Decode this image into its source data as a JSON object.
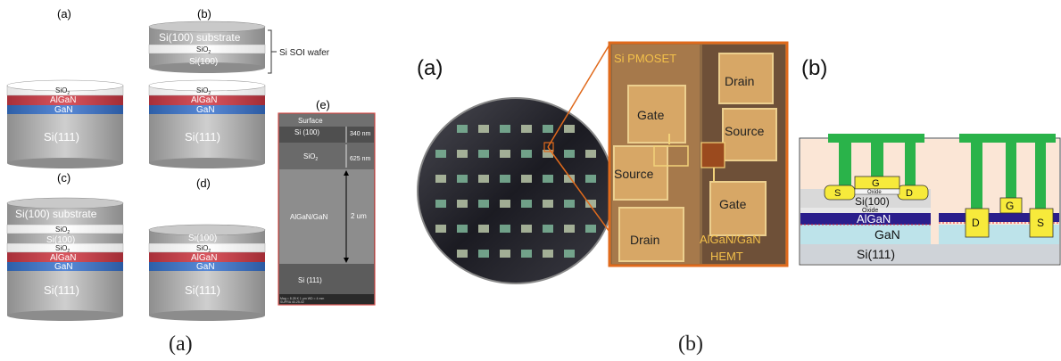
{
  "left": {
    "panels": {
      "a": "(a)",
      "b": "(b)",
      "c": "(c)",
      "d": "(d)",
      "e": "(e)"
    },
    "caption": "(a)",
    "soi_label": "Si SOI wafer",
    "layers": {
      "si100_substrate": "Si(100)  substrate",
      "si100_substrate_c": "Si(100) substrate",
      "sio2": "SiO",
      "sio2_sub": "2",
      "si100": "Si(100)",
      "algan": "AlGaN",
      "gan": "GaN",
      "si111": "Si(111)"
    },
    "sem": {
      "surface": "Surface",
      "si100": "Si (100)",
      "sio2": "SiO",
      "sio2_sub": "2",
      "algan_gan": "AlGaN/GaN",
      "si111": "Si (111)",
      "dim1": "340 nm",
      "dim2": "625 nm",
      "dim3": "2 um",
      "footer1": "Mag = 8.28 K  1 μm        WD =  4 mm",
      "footer2": "SUPRA 40-25-02"
    }
  },
  "right": {
    "panel_a": "(a)",
    "panel_b": "(b)",
    "caption": "(b)",
    "micro": {
      "si_pmoset": "Si PMOSET",
      "gate1": "Gate",
      "source1": "Source",
      "drain1": "Drain",
      "drain2": "Drain",
      "source2": "Source",
      "gate2": "Gate",
      "hemt1": "AlGaN/GaN",
      "hemt2": "HEMT"
    },
    "cross": {
      "g": "G",
      "oxide": "Oxide",
      "s": "S",
      "d": "D",
      "si100": "Si(100)",
      "oxide2": "Oxide",
      "algan": "AlGaN",
      "gan": "GaN",
      "si111": "Si(111)",
      "g2": "G",
      "d2": "D",
      "s2": "S"
    }
  }
}
